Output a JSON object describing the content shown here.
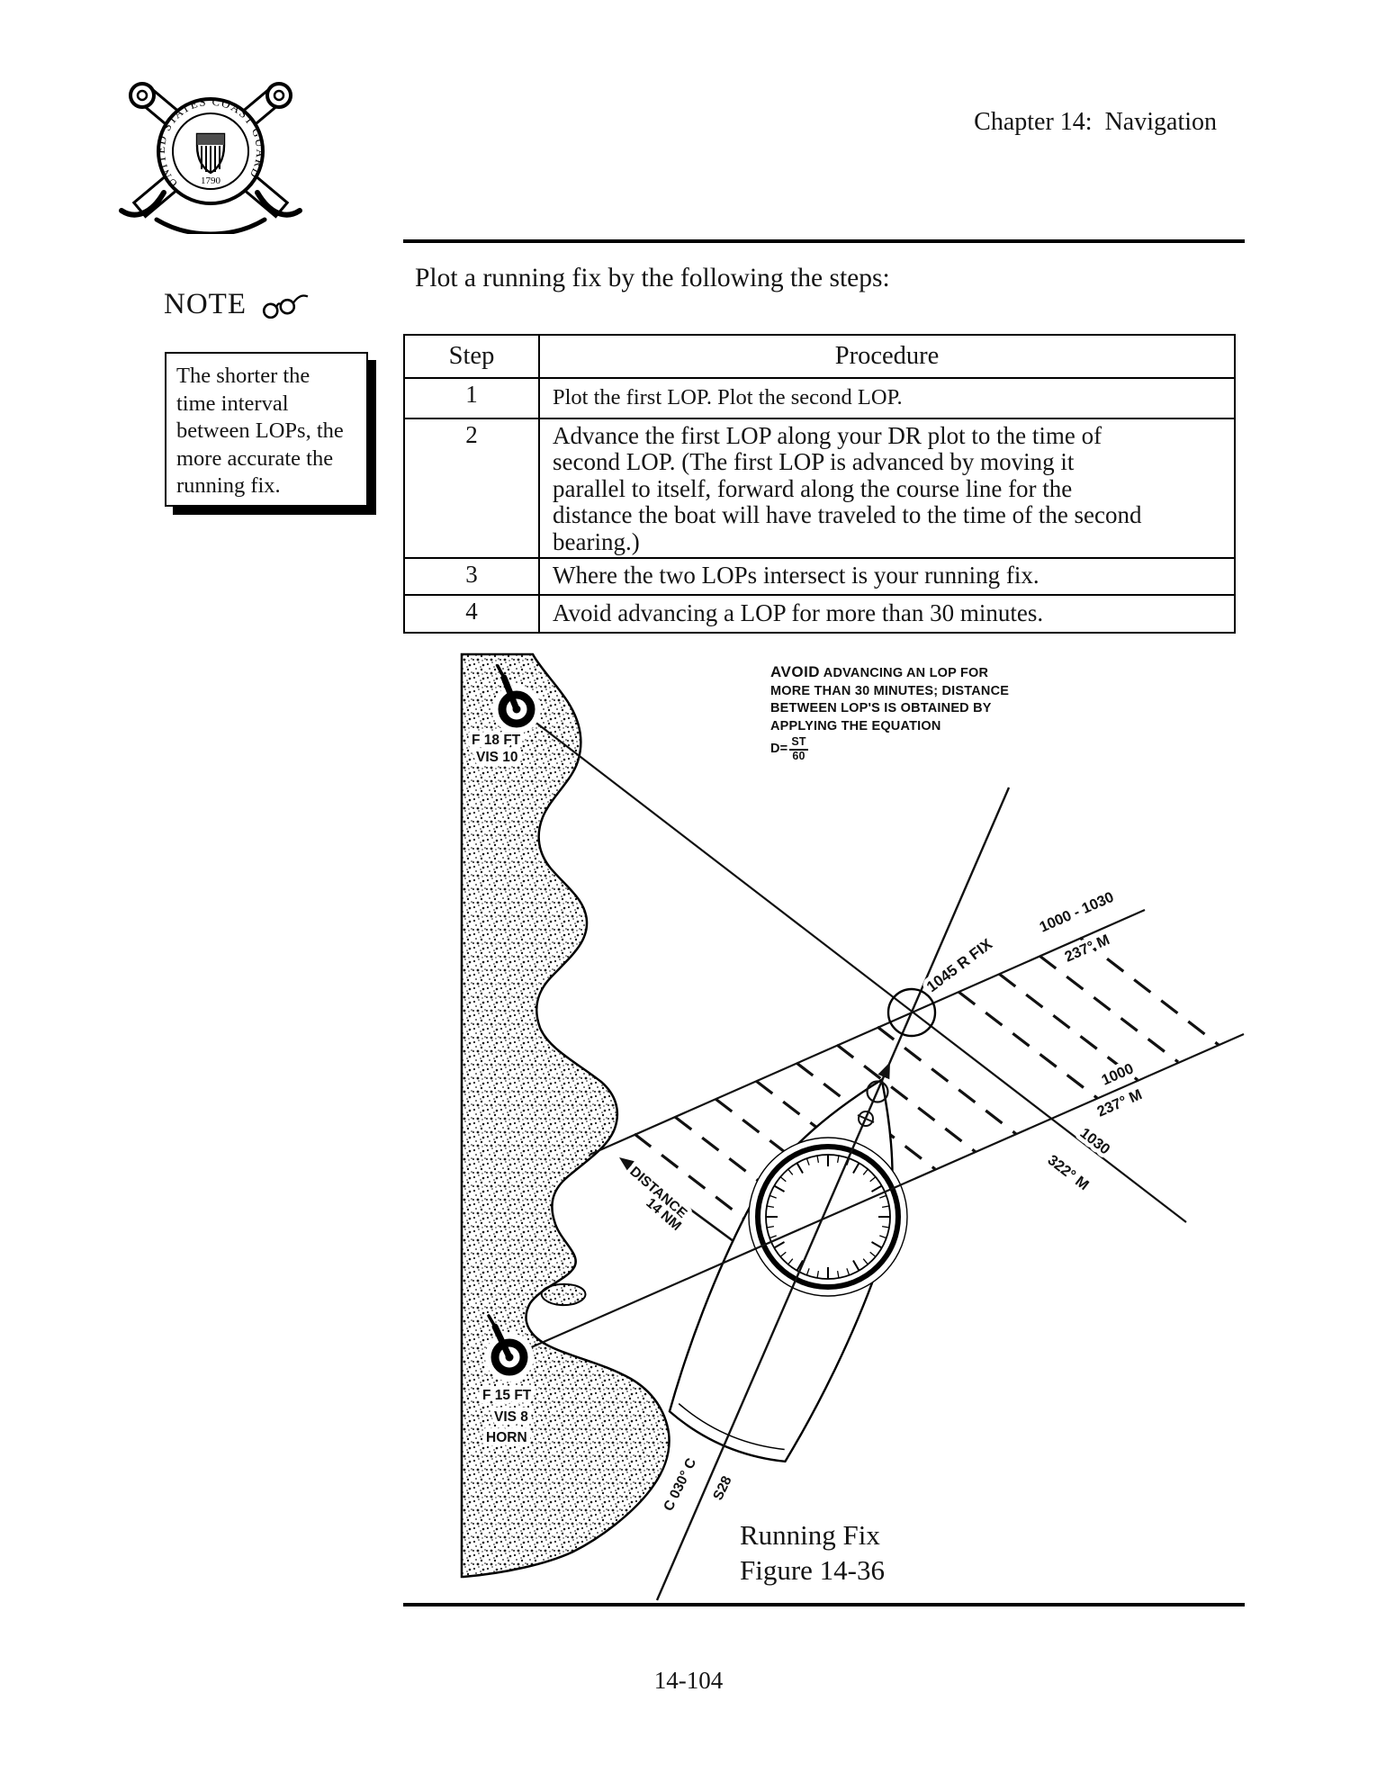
{
  "header": {
    "chapter": "Chapter 14:  Navigation"
  },
  "intro": "Plot a running fix by the following the steps:",
  "note": {
    "heading": "NOTE",
    "body_lines": [
      "The shorter the",
      "time interval",
      "between LOPs, the",
      "more accurate the",
      "running fix."
    ]
  },
  "table": {
    "columns": {
      "step": "Step",
      "procedure": "Procedure"
    },
    "rows": [
      {
        "step": "1",
        "procedure": [
          "Plot the first LOP.  Plot the second LOP."
        ]
      },
      {
        "step": "2",
        "procedure": [
          "Advance the first LOP along your DR plot to the time of",
          "second LOP.  (The first LOP is advanced by moving it",
          "parallel to itself, forward along the course line for the",
          "distance the boat will have traveled to the time of the second",
          "bearing.)"
        ]
      },
      {
        "step": "3",
        "procedure": [
          "Where the two LOPs intersect is your running fix."
        ]
      },
      {
        "step": "4",
        "procedure": [
          "Avoid advancing a LOP for more than 30 minutes."
        ]
      }
    ]
  },
  "figure": {
    "avoid_note": {
      "lead": "AVOID",
      "line1_rest": "ADVANCING AN LOP FOR",
      "line2": "MORE THAN 30 MINUTES; DISTANCE",
      "line3": "BETWEEN LOP'S IS OBTAINED BY",
      "line4": "APPLYING THE EQUATION",
      "eq_lhs": "D=",
      "eq_numerator": "ST",
      "eq_denominator": "60"
    },
    "landmarks": {
      "light1_line1": "F 18 FT",
      "light1_line2": "VIS 10",
      "light2_line1": "F 15 FT",
      "light2_line2": "VIS 8",
      "light2_line3": "HORN"
    },
    "plot_labels": {
      "advanced_lop_time": "1000 - 1030",
      "advanced_lop_bearing": "237° M",
      "fix": "1045 R FIX",
      "lop1_time": "1000",
      "lop1_bearing": "237° M",
      "lop2_time": "1030",
      "lop2_bearing": "322° M",
      "distance_word": "DISTANCE",
      "distance_value": "14 NM",
      "course": "C 030° C",
      "speed": "S28"
    },
    "caption": {
      "line1": "Running Fix",
      "line2": "Figure 14-36"
    }
  },
  "footer": {
    "page_number": "14-104"
  },
  "logo": {
    "ring_text": "UNITED STATES COAST GUARD",
    "year": "1790"
  }
}
